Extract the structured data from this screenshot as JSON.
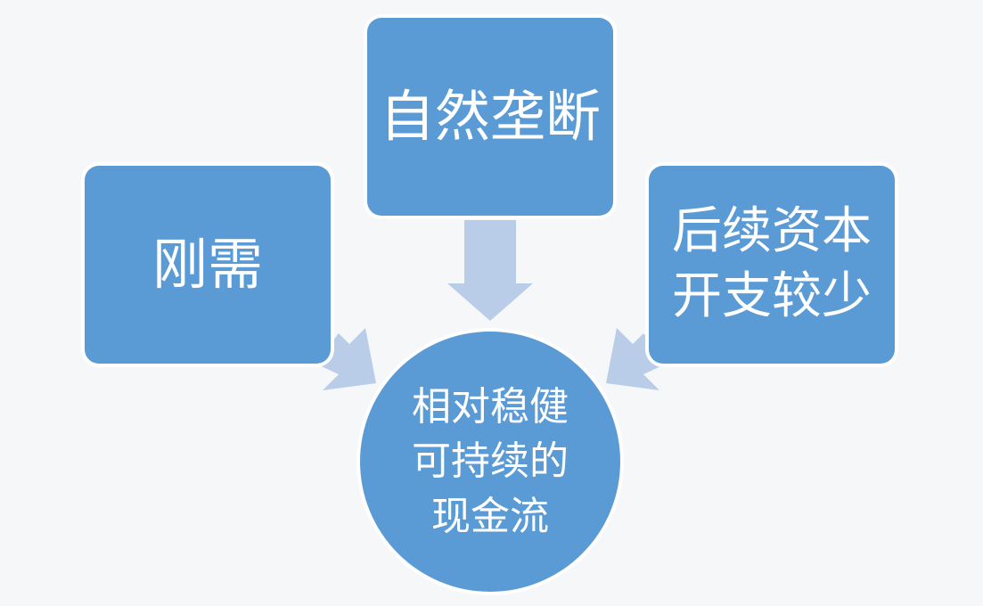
{
  "diagram": {
    "center": {
      "label": "相对稳健\n可持续的\n现金流"
    },
    "nodes": [
      {
        "id": "top",
        "label": "自然垄断"
      },
      {
        "id": "left",
        "label": "刚需"
      },
      {
        "id": "right",
        "label": "后续资本\n开支较少"
      }
    ],
    "colors": {
      "node_fill": "#5b9bd5",
      "arrow_fill": "#b9cde8",
      "text": "#ffffff",
      "background": "#f6f7f9"
    }
  }
}
